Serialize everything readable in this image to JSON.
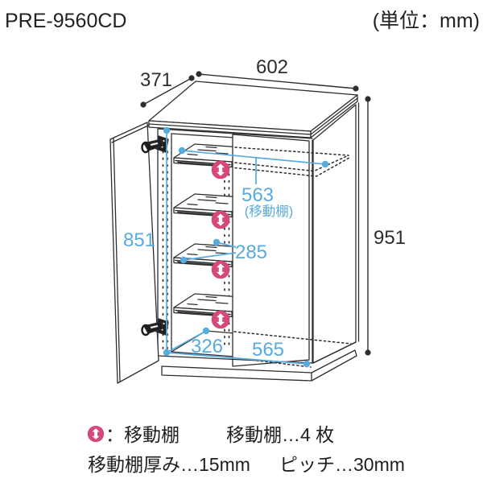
{
  "header": {
    "model": "PRE-9560CD",
    "unit_note": "(単位：mm)"
  },
  "dimensions": {
    "top_width": "602",
    "top_depth": "371",
    "total_height": "951",
    "interior_height": "851",
    "shelf_width": "563",
    "shelf_width_note": "(移動棚)",
    "shelf_gap": "285",
    "interior_depth": "326",
    "interior_width": "565"
  },
  "legend": {
    "symbol_meaning": "：移動棚",
    "shelf_count": "移動棚…4 枚",
    "shelf_thickness": "移動棚厚み…15mm",
    "shelf_pitch": "ピッチ…30mm"
  },
  "icons": {
    "movable_shelf": "updown-arrow-circle-icon"
  },
  "colors": {
    "dimension_blue": "#58abdd",
    "shelf_icon_pink": "#d4487b",
    "line_black": "#2e2e2e"
  }
}
